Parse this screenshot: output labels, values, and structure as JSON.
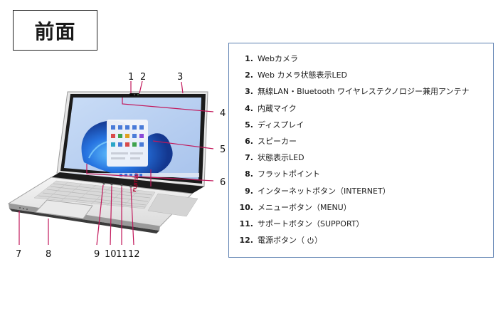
{
  "title": "前面",
  "legend": [
    {
      "num": "1.",
      "text": "Webカメラ"
    },
    {
      "num": "2.",
      "text": "Web カメラ状態表示LED"
    },
    {
      "num": "3.",
      "text": "無線LAN・Bluetooth ワイヤレステクノロジー兼用アンテナ"
    },
    {
      "num": "4.",
      "text": "内蔵マイク"
    },
    {
      "num": "5.",
      "text": "ディスプレイ"
    },
    {
      "num": "6.",
      "text": "スピーカー"
    },
    {
      "num": "7.",
      "text": "状態表示LED"
    },
    {
      "num": "8.",
      "text": "フラットポイント"
    },
    {
      "num": "9.",
      "text": "インターネットボタン（INTERNET）"
    },
    {
      "num": "10.",
      "text": "メニューボタン（MENU）"
    },
    {
      "num": "11.",
      "text": "サポートボタン（SUPPORT）"
    },
    {
      "num": "12.",
      "text": "電源ボタン（",
      "suffix": "）",
      "icon": "power-icon"
    }
  ],
  "callouts": [
    "1",
    "2",
    "3",
    "4",
    "5",
    "6",
    "7",
    "8",
    "9",
    "10",
    "11",
    "12"
  ],
  "brand_logo": "FUJITSU",
  "colors": {
    "legend_border": "#5b7fb0",
    "screen_blue": "#1f5fd0",
    "bezel": "#1b1b1b",
    "chassis": "#ececec"
  }
}
